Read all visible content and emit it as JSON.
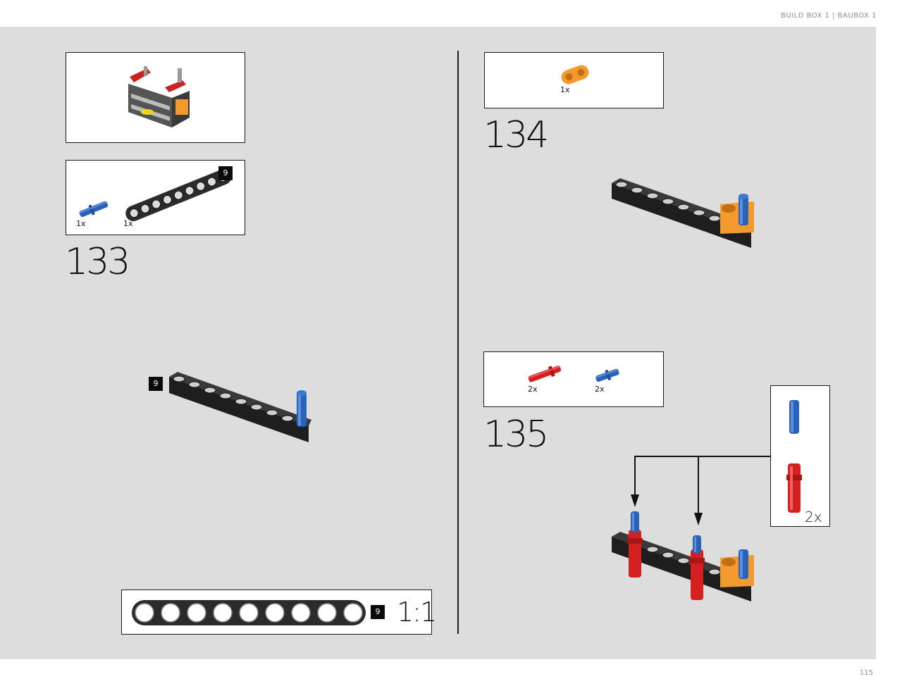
{
  "header": {
    "text": "BUILD BOX 1 | BAUBOX 1"
  },
  "footer": {
    "page_number": "115"
  },
  "steps": [
    {
      "number": "133",
      "parts": [
        {
          "name": "blue-axle-pin",
          "qty": "1x",
          "color": "#2a62b8"
        },
        {
          "name": "black-beam",
          "qty": "1x",
          "length": "9",
          "color": "#2b2b2b"
        }
      ],
      "beam_callout": "9"
    },
    {
      "number": "134",
      "parts": [
        {
          "name": "orange-connector",
          "qty": "1x",
          "color": "#f39a2e"
        }
      ]
    },
    {
      "number": "135",
      "parts": [
        {
          "name": "red-long-pin",
          "qty": "2x",
          "color": "#d42020"
        },
        {
          "name": "blue-axle-pin",
          "qty": "2x",
          "color": "#2a62b8"
        }
      ],
      "subassembly_qty": "2x"
    }
  ],
  "ruler": {
    "beam_length": "9",
    "scale": "1:1"
  }
}
